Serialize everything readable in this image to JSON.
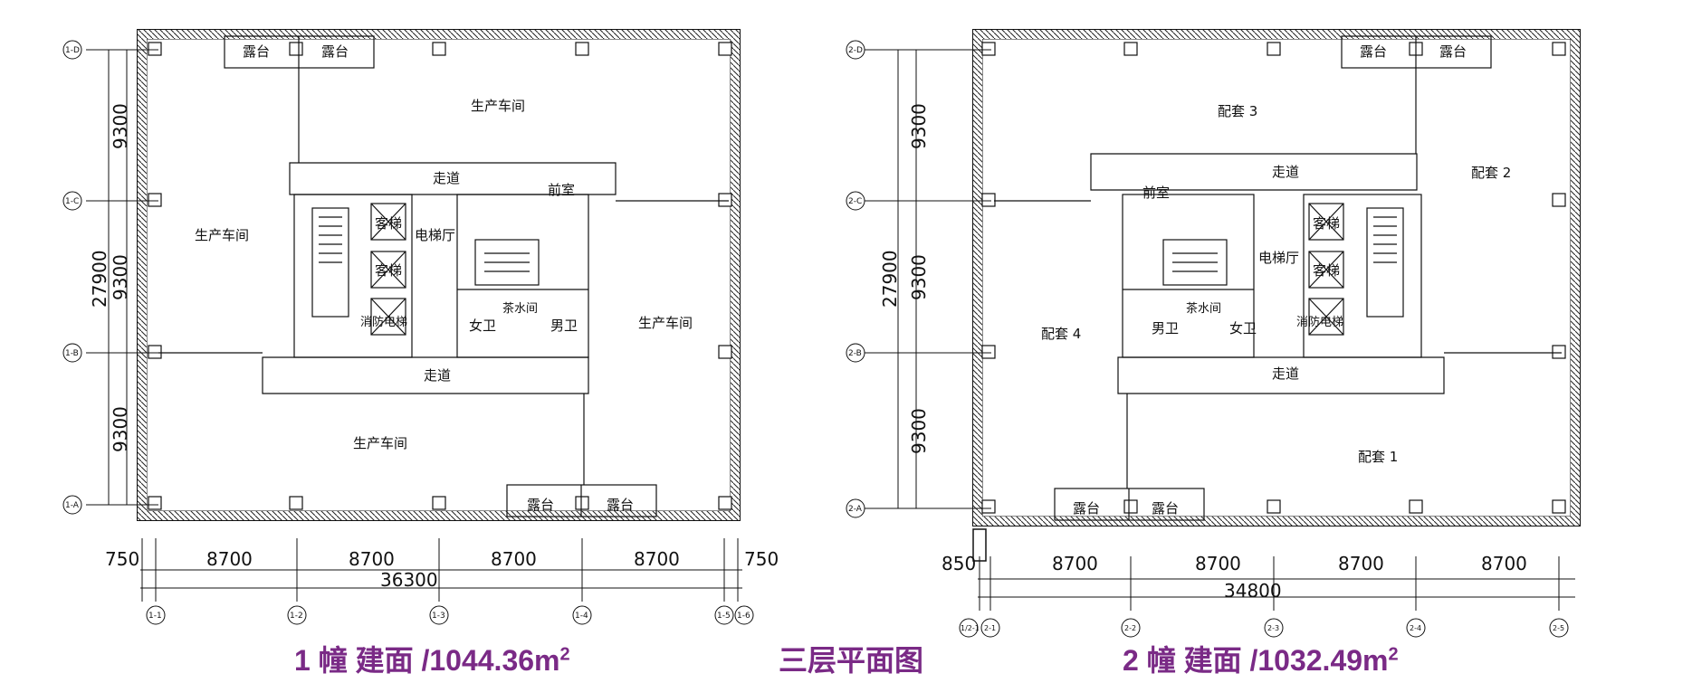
{
  "title": "三层平面图",
  "building1": {
    "caption_main": "1 幢  建面 /1044.36m",
    "caption_sup": "2",
    "axes_h": [
      "1-1",
      "1-2",
      "1-3",
      "1-4",
      "1-5",
      "1-6"
    ],
    "axes_v": [
      "1-D",
      "1-C",
      "1-B",
      "1-A"
    ],
    "dims_bottom": [
      "750",
      "8700",
      "8700",
      "8700",
      "8700",
      "750"
    ],
    "dim_total": "36300",
    "dims_left": [
      "9300",
      "9300",
      "9300"
    ],
    "dim_left_total": "27900",
    "rooms": {
      "balcony_top_1": "露台",
      "balcony_top_2": "露台",
      "balcony_bottom_1": "露台",
      "balcony_bottom_2": "露台",
      "workshop_top": "生产车间",
      "workshop_left": "生产车间",
      "workshop_right": "生产车间",
      "workshop_bottom": "生产车间",
      "corridor_top": "走道",
      "corridor_bottom": "走道",
      "lobby": "电梯厅",
      "antechamber": "前室",
      "elevator_1": "客梯",
      "elevator_2": "客梯",
      "fire_elevator": "消防电梯",
      "women_wc": "女卫",
      "men_wc": "男卫",
      "tea_room": "茶水间"
    }
  },
  "building2": {
    "caption_main": "2 幢  建面 /1032.49m",
    "caption_sup": "2",
    "axes_h": [
      "1/2-1",
      "2-1",
      "2-2",
      "2-3",
      "2-4",
      "2-5"
    ],
    "axes_v": [
      "2-D",
      "2-C",
      "2-B",
      "2-A"
    ],
    "dims_bottom": [
      "850",
      "8700",
      "8700",
      "8700",
      "8700"
    ],
    "dim_total": "34800",
    "dims_left": [
      "9300",
      "9300",
      "9300"
    ],
    "dim_left_total": "27900",
    "rooms": {
      "balcony_top_1": "露台",
      "balcony_top_2": "露台",
      "balcony_bottom_1": "露台",
      "balcony_bottom_2": "露台",
      "support_3": "配套 3",
      "support_2": "配套 2",
      "support_4": "配套 4",
      "support_1": "配套 1",
      "corridor_top": "走道",
      "corridor_bottom": "走道",
      "lobby": "电梯厅",
      "antechamber": "前室",
      "elevator_1": "客梯",
      "elevator_2": "客梯",
      "fire_elevator": "消防电梯",
      "women_wc": "女卫",
      "men_wc": "男卫",
      "tea_room": "茶水间"
    }
  }
}
